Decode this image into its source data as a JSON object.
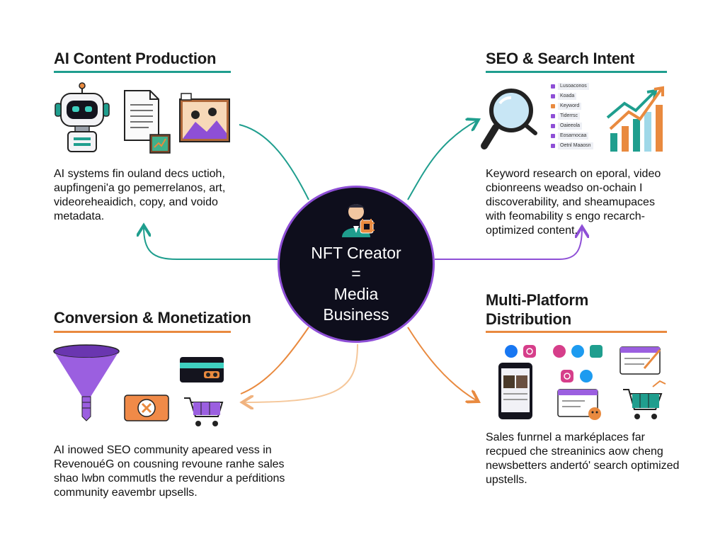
{
  "center": {
    "lines": [
      "NFT Creator",
      "=",
      "Media",
      "Business"
    ]
  },
  "sections": {
    "ai_content": {
      "title": "AI Content Production",
      "lines": [
        "AI systems fin ouland decs uctioh,",
        "aupfingeni'a go pemerrelanos, art,",
        "videoreheaidich, copy, and voido",
        "metadata."
      ]
    },
    "seo": {
      "title": "SEO & Search Intent",
      "keywords": [
        "Lusoaconos",
        "Koada",
        "Keyword",
        "Tiderrsc",
        "Oaieeola",
        "Eosarnocaa",
        "Oetnl Maaosn"
      ],
      "lines": [
        "Keyword research on eporal, video",
        "cbionreens weadso on-ochain I",
        "discoverability, and sheamupaces",
        "with feomability s engo recarch-",
        "optimized content."
      ]
    },
    "conversion": {
      "title": "Conversion & Monetization",
      "lines": [
        "AI inowed SEO community apeared vess in",
        "RevenouéG on cousning revoune ranhe sales",
        "shao lwbn commutls the revendur a peŕditions",
        "community eavembr upsells."
      ]
    },
    "distribution": {
      "title_lines": [
        "Multi-Platform",
        "Distribution"
      ],
      "lines": [
        "Sales funrnel a marképlaces far",
        "recpued che streaninics aow cheng",
        "newsbetters andertó' search optimized",
        "upstells."
      ]
    }
  },
  "colors": {
    "teal": "#1f9e8e",
    "purple": "#8e4fd6",
    "orange": "#e98a3f",
    "peach": "#f5c79a",
    "center_bg": "#0e0e1c"
  }
}
